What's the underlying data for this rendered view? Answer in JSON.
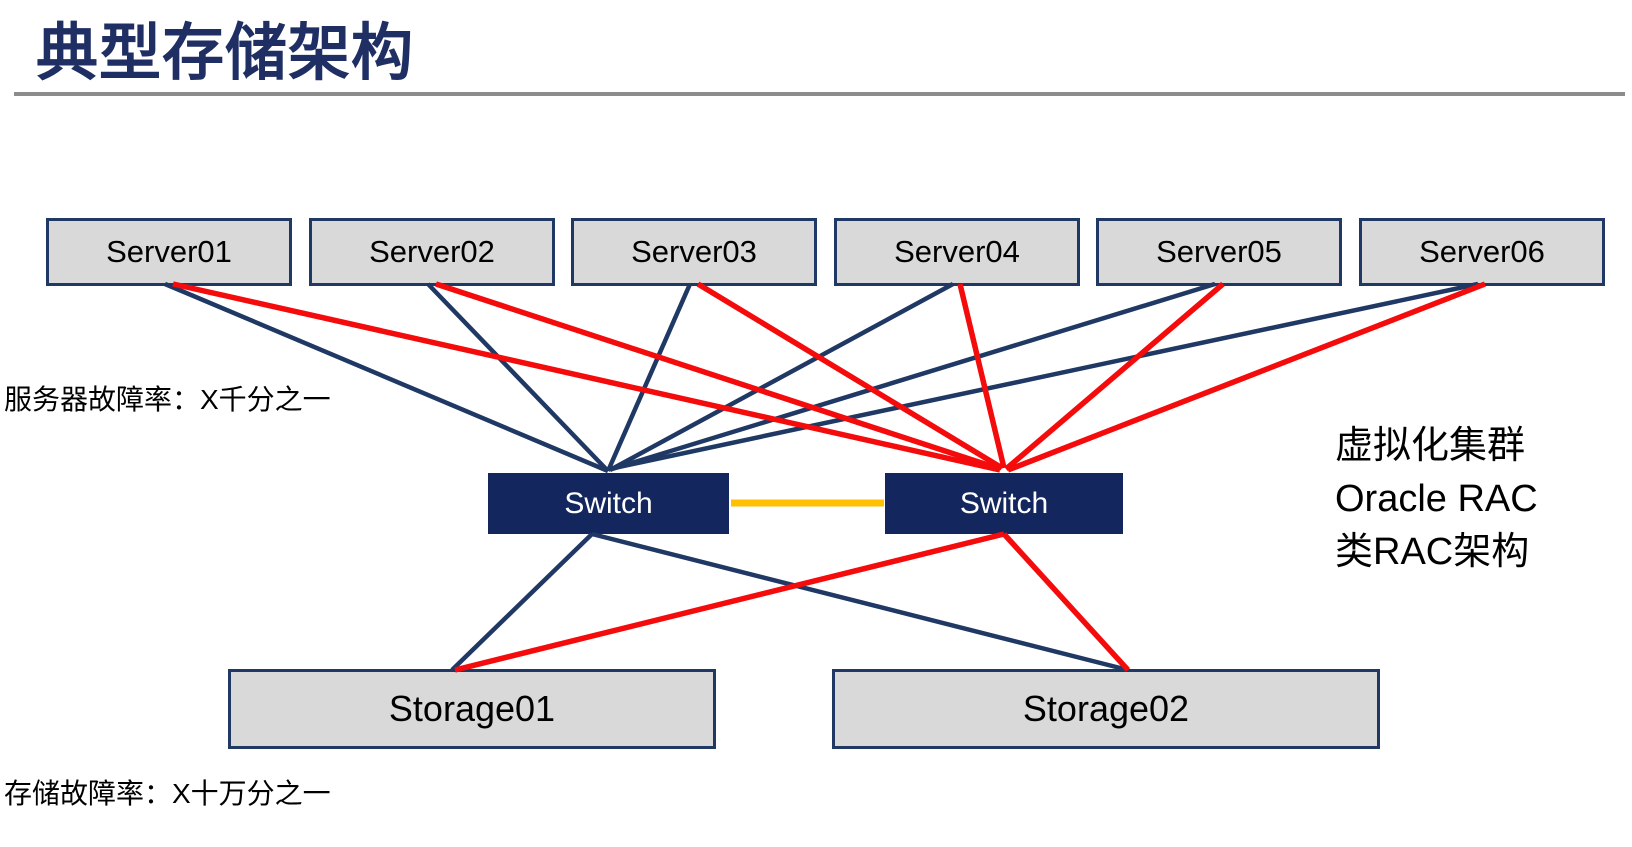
{
  "title": "典型存储架构",
  "servers": [
    "Server01",
    "Server02",
    "Server03",
    "Server04",
    "Server05",
    "Server06"
  ],
  "switches": [
    "Switch",
    "Switch"
  ],
  "storages": [
    "Storage01",
    "Storage02"
  ],
  "labels": {
    "server_failure_rate": "服务器故障率：X千分之一",
    "storage_failure_rate": "存储故障率：X十万分之一",
    "cluster_note_line1": "虚拟化集群",
    "cluster_note_line2": "Oracle RAC",
    "cluster_note_line3": "类RAC架构"
  },
  "connections": [
    {
      "from": "Server01",
      "to": "Switch-1",
      "color": "navy"
    },
    {
      "from": "Server02",
      "to": "Switch-1",
      "color": "navy"
    },
    {
      "from": "Server03",
      "to": "Switch-1",
      "color": "navy"
    },
    {
      "from": "Server04",
      "to": "Switch-1",
      "color": "navy"
    },
    {
      "from": "Server05",
      "to": "Switch-1",
      "color": "navy"
    },
    {
      "from": "Server06",
      "to": "Switch-1",
      "color": "navy"
    },
    {
      "from": "Server01",
      "to": "Switch-2",
      "color": "red"
    },
    {
      "from": "Server02",
      "to": "Switch-2",
      "color": "red"
    },
    {
      "from": "Server03",
      "to": "Switch-2",
      "color": "red"
    },
    {
      "from": "Server04",
      "to": "Switch-2",
      "color": "red"
    },
    {
      "from": "Server05",
      "to": "Switch-2",
      "color": "red"
    },
    {
      "from": "Server06",
      "to": "Switch-2",
      "color": "red"
    },
    {
      "from": "Switch-1",
      "to": "Storage01",
      "color": "navy"
    },
    {
      "from": "Switch-1",
      "to": "Storage02",
      "color": "navy"
    },
    {
      "from": "Switch-2",
      "to": "Storage01",
      "color": "red"
    },
    {
      "from": "Switch-2",
      "to": "Storage02",
      "color": "red"
    },
    {
      "from": "Switch-1",
      "to": "Switch-2",
      "color": "yellow"
    }
  ],
  "colors": {
    "navy_line": "#1F3864",
    "title_navy": "#1F2F64",
    "switch_fill": "#14265E",
    "red_line": "#F40B0B",
    "interconnect_yellow": "#FFC000",
    "box_fill": "#D9D9D9",
    "box_border": "#1F3864",
    "divider_gray": "#8C8C8C",
    "text_black": "#000000"
  }
}
